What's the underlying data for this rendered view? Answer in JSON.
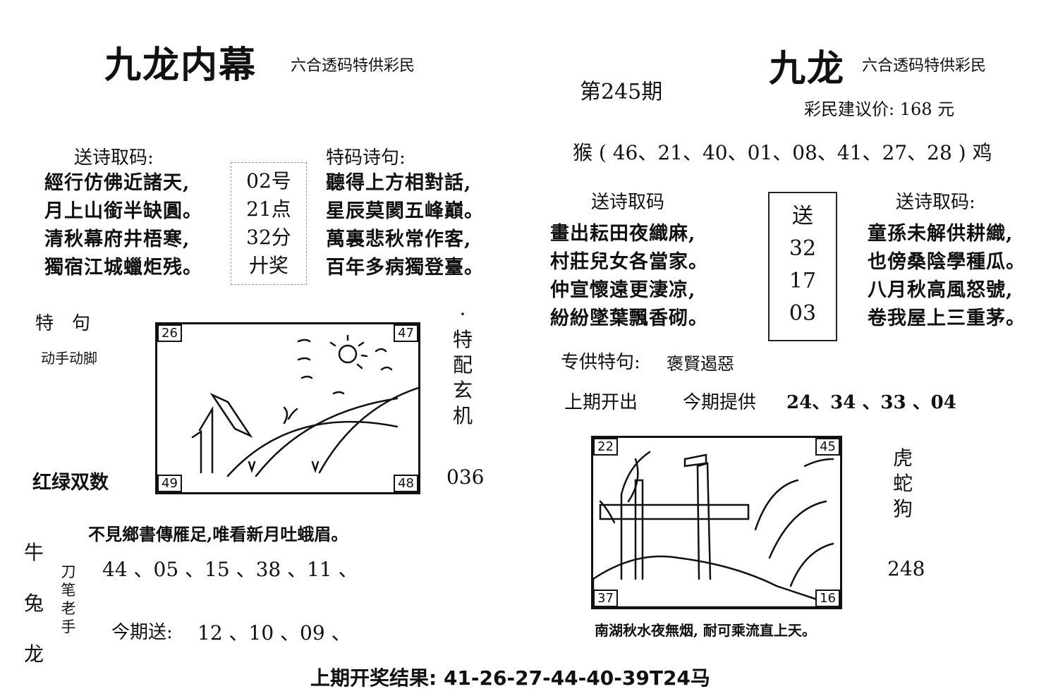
{
  "left": {
    "title": "九龙内幕",
    "subtitle": "六合透码特供彩民",
    "poem_label": "送诗取码:",
    "poem_lines": [
      "經行仿佛近諸天,",
      "月上山銜半缺圓。",
      "清秋幕府井梧寒,",
      "獨宿江城蠟炬残。"
    ],
    "center_box": [
      "02号",
      "21点",
      "32分",
      "廾奖"
    ],
    "special_poem_label": "特码诗句:",
    "special_poem_lines": [
      "聽得上方相對話,",
      "星辰莫閡五峰巔。",
      "萬裏悲秋常作客,",
      "百年多病獨登臺。"
    ],
    "te_ju_label": "特　句",
    "te_ju_value": "动手动脚",
    "hong_lv": "红绿双数",
    "side_vertical": [
      "·",
      "特",
      "配",
      "玄",
      "机"
    ],
    "side_number": "036",
    "picture": {
      "tl": "26",
      "tr": "47",
      "bl": "49",
      "br": "48"
    },
    "verse": "不見鄉書傳雁足,唯看新月吐蛾眉。",
    "zodiac_vertical": [
      "牛",
      "兔",
      "龙"
    ],
    "small_vertical": [
      "刀",
      "笔",
      "老",
      "手"
    ],
    "numbers_line": "44 、05 、15 、38 、11 、",
    "today_label": "今期送:",
    "today_numbers": "12 、10 、09 、"
  },
  "issue": "第245期",
  "right": {
    "title": "九龙",
    "subtitle": "六合透码特供彩民",
    "price": "彩民建议价: 168 元",
    "numbers_line": "猴 ( 46、21、40、01、08、41、27、28 ) 鸡",
    "poem_label": "送诗取码",
    "poem_lines": [
      "畫出耘田夜織麻,",
      "村莊兒女各當家。",
      "仲宣懷遠更淒凉,",
      "紛紛墜葉飄香砌。"
    ],
    "center_box": [
      "送",
      "32",
      "17",
      "03"
    ],
    "poem_label2": "送诗取码:",
    "poem_lines2": [
      "童孫未解供耕織,",
      "也傍桑陰學種瓜。",
      "八月秋高風怒號,",
      "卷我屋上三重茅。"
    ],
    "special_label": "专供特句:",
    "special_value": "褒賢遏惡",
    "last_issue_label": "上期开出",
    "provide_label": "今期提供",
    "provide_numbers": "24、34 、33 、04",
    "picture": {
      "tl": "22",
      "tr": "45",
      "bl": "37",
      "br": "16"
    },
    "side_vertical": [
      "虎",
      "蛇",
      "狗"
    ],
    "side_number": "248",
    "verse": "南湖秋水夜無烟, 耐可乘流直上天。"
  },
  "footer": {
    "result": "上期开奖结果: 41-26-27-44-40-39T24马"
  }
}
